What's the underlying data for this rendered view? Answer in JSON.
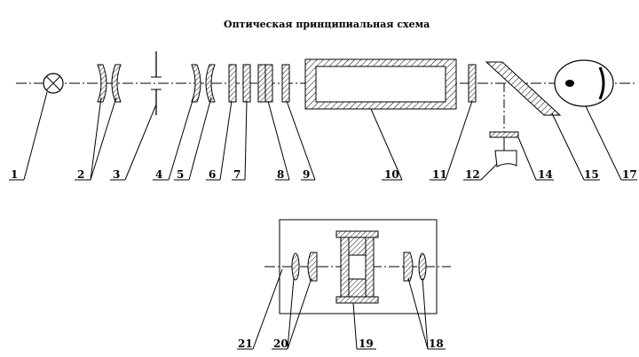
{
  "title": "Оптическая принципиальная схема",
  "labels": {
    "l1": "1",
    "l2": "2",
    "l3": "3",
    "l4": "4",
    "l5": "5",
    "l6": "6",
    "l7": "7",
    "l8": "8",
    "l9": "9",
    "l10": "10",
    "l11": "11",
    "l12": "12",
    "l14": "14",
    "l15": "15",
    "l17": "17",
    "l18": "18",
    "l19": "19",
    "l20": "20",
    "l21": "21"
  }
}
